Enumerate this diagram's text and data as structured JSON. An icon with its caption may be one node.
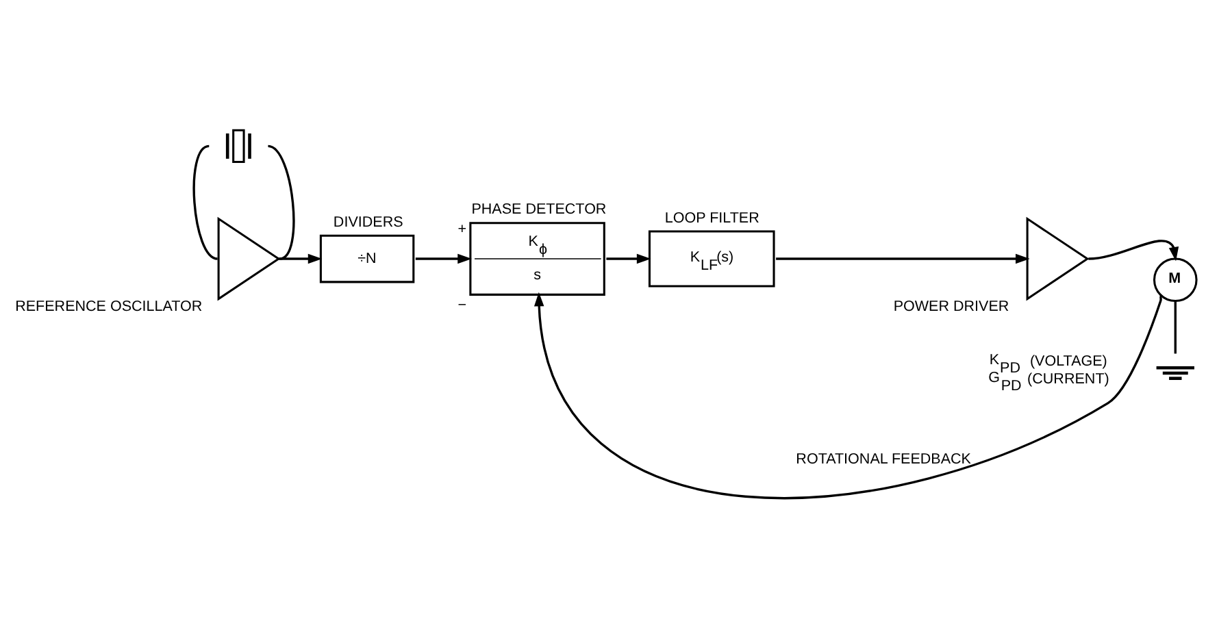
{
  "diagram": {
    "nodes": [
      {
        "text": [
          "REFERENCE OSCILLATOR"
        ]
      },
      {
        "text": [],
        "shape": "crystal"
      },
      {
        "text": [
          "DIVIDERS",
          "÷N"
        ]
      },
      {
        "text": [
          "PHASE DETECTOR",
          "K$_{ϕ}$",
          "s"
        ],
        "beside": [
          "+",
          "−"
        ]
      },
      {
        "text": [
          "LOOP FILTER",
          "K$_{LF}$(s)"
        ]
      },
      {
        "text": [
          "POWER DRIVER"
        ],
        "beside": [
          "K$_{PD}$ (VOLTAGE)",
          "G$_{PD}$ (CURRENT)"
        ]
      },
      {
        "text": [
          "M"
        ]
      },
      {
        "text": [],
        "shape": "ground"
      }
    ],
    "edges": [
      {
        "from": 0,
        "to": 1,
        "arrow": "none"
      },
      {
        "from": 0,
        "to": 1,
        "arrow": "none"
      },
      {
        "from": 0,
        "to": 2,
        "arrow": "to"
      },
      {
        "from": 2,
        "to": 3,
        "arrow": "to"
      },
      {
        "from": 3,
        "to": 4,
        "arrow": "to"
      },
      {
        "from": 4,
        "to": 5,
        "arrow": "to"
      },
      {
        "from": 5,
        "to": 6,
        "arrow": "to"
      },
      {
        "from": 6,
        "to": 7,
        "arrow": "none"
      },
      {
        "from": 6,
        "to": 3,
        "arrow": "to",
        "label": "ROTATIONAL FEEDBACK"
      }
    ]
  }
}
